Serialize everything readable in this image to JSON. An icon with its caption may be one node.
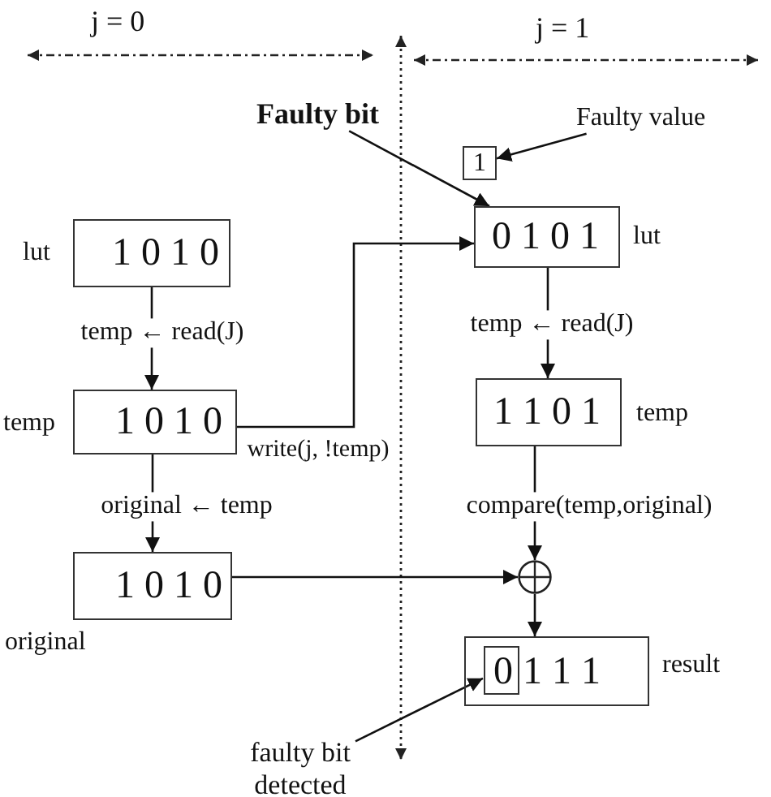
{
  "diagram": {
    "nodes": [
      {
        "text": [
          "Faulty bit"
        ]
      },
      {
        "text": [
          "Faulty value"
        ]
      },
      {
        "text": [
          "1"
        ]
      },
      {
        "text": [
          "0 1 0 1"
        ],
        "beside": [
          "lut"
        ]
      },
      {
        "text": [
          "1 0 1 0"
        ],
        "beside": [
          "lut"
        ]
      },
      {
        "text": [
          "1 0 1 0"
        ],
        "beside": [
          "temp"
        ]
      },
      {
        "text": [
          "1 1 0 1"
        ],
        "beside": [
          "temp"
        ]
      },
      {
        "text": [],
        "shape": "circle"
      },
      {
        "text": [
          "1 0 1 0"
        ],
        "beside": [
          "original"
        ]
      },
      {
        "text": [
          "0 1 1 1"
        ],
        "beside": [
          "result"
        ]
      },
      {
        "text": [],
        "shape": "box",
        "in": 9
      },
      {
        "text": [
          "faulty bit detected"
        ]
      }
    ],
    "edges": [
      {
        "from": 4,
        "to": 5,
        "arrow": "to",
        "label": "temp ← read(J)"
      },
      {
        "from": 5,
        "to": 3,
        "arrow": "to",
        "label": "write(j, !temp)"
      },
      {
        "from": 5,
        "to": 8,
        "arrow": "to",
        "label": "original ← temp"
      },
      {
        "from": 3,
        "to": 6,
        "arrow": "to",
        "label": "temp ← read(J)"
      },
      {
        "from": 6,
        "to": 7,
        "arrow": "to",
        "label": "compare(temp,original)"
      },
      {
        "from": 8,
        "to": 7,
        "arrow": "to"
      },
      {
        "from": 7,
        "to": 9,
        "arrow": "to"
      },
      {
        "from": 0,
        "to": 3,
        "arrow": "to"
      },
      {
        "from": 1,
        "to": 2,
        "arrow": "to"
      },
      {
        "from": 11,
        "to": 10,
        "arrow": "to"
      }
    ],
    "labels": [
      "j = 0",
      "j = 1"
    ]
  }
}
